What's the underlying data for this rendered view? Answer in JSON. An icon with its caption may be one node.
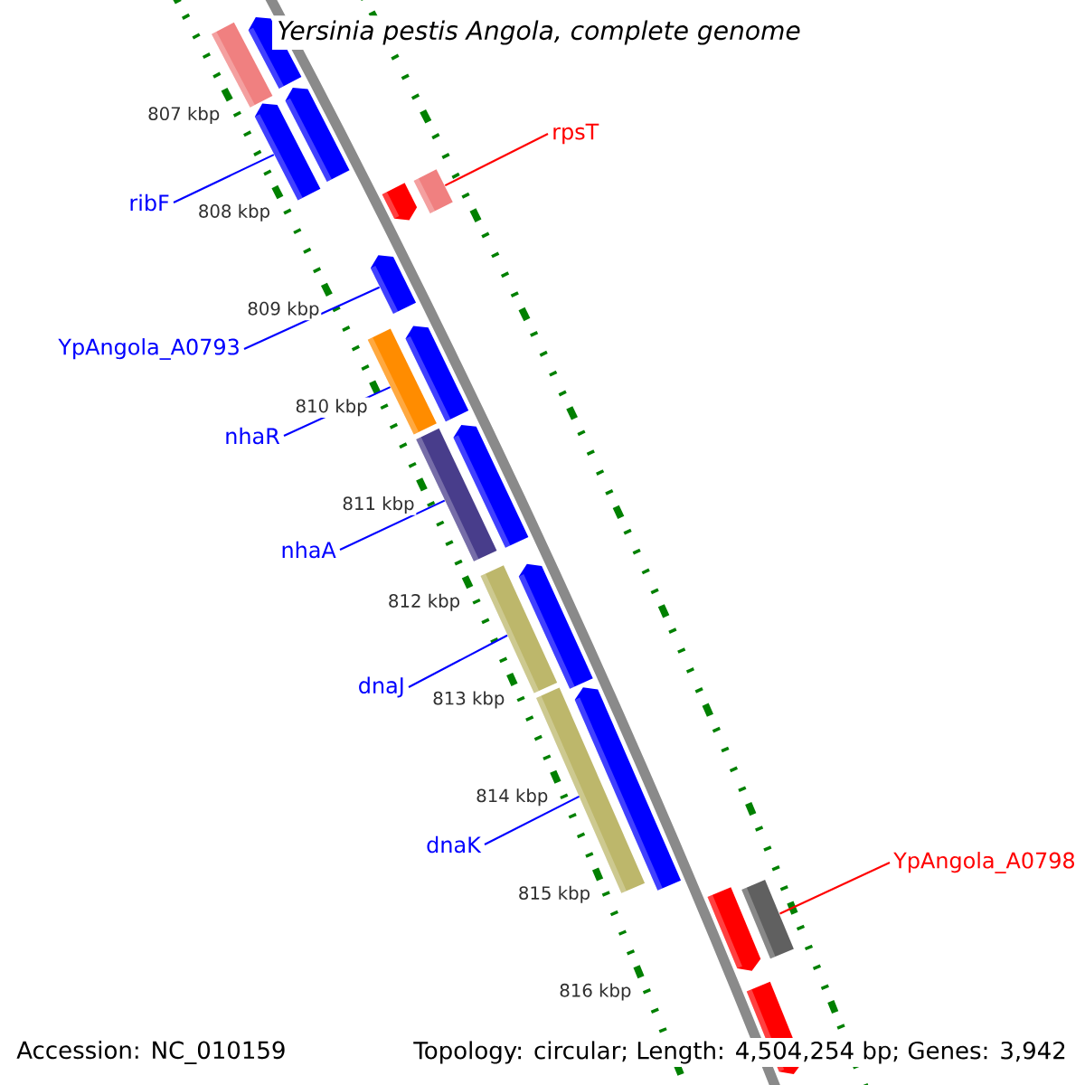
{
  "diagram": {
    "title": "Yersinia pestis Angola, complete genome",
    "nodes": [
      {
        "text": [
          "ribF"
        ]
      },
      {
        "text": [
          "YpAngola_A0793"
        ]
      },
      {
        "text": [
          "nhaR"
        ]
      },
      {
        "text": [
          "nhaA"
        ]
      },
      {
        "text": [
          "dnaJ"
        ]
      },
      {
        "text": [
          "dnaK"
        ]
      },
      {
        "text": [
          "rpsT"
        ]
      },
      {
        "text": [
          "YpAngola_A0798"
        ]
      },
      {
        "text": [],
        "shape": "bar"
      },
      {
        "text": [],
        "shape": "bar"
      },
      {
        "text": [],
        "shape": "bar"
      },
      {
        "text": [],
        "shape": "bar"
      },
      {
        "text": [],
        "shape": "bar"
      },
      {
        "text": [],
        "shape": "bar"
      },
      {
        "text": [],
        "shape": "bar"
      },
      {
        "text": [],
        "shape": "bar"
      },
      {
        "text": [],
        "shape": "bar"
      },
      {
        "text": [],
        "shape": "bar"
      },
      {
        "text": [],
        "shape": "bar"
      },
      {
        "text": [],
        "shape": "bar"
      },
      {
        "text": [],
        "shape": "bar"
      },
      {
        "text": [],
        "shape": "bar"
      },
      {
        "text": [],
        "shape": "bar"
      },
      {
        "text": [],
        "shape": "bar"
      },
      {
        "text": [],
        "shape": "bar"
      },
      {
        "text": [],
        "shape": "bar"
      }
    ],
    "edges": [
      {
        "from": 0,
        "to": 10,
        "arrow": "none"
      },
      {
        "from": 1,
        "to": 14,
        "arrow": "none"
      },
      {
        "from": 2,
        "to": 15,
        "arrow": "none"
      },
      {
        "from": 3,
        "to": 17,
        "arrow": "none"
      },
      {
        "from": 4,
        "to": 19,
        "arrow": "none"
      },
      {
        "from": 5,
        "to": 21,
        "arrow": "none"
      },
      {
        "from": 6,
        "to": 13,
        "arrow": "none",
        "color": "#ff0000"
      },
      {
        "from": 7,
        "to": 24,
        "arrow": "none",
        "color": "#ff0000"
      }
    ],
    "labels": [
      "807 kbp",
      "808 kbp",
      "809 kbp",
      "810 kbp",
      "811 kbp",
      "812 kbp",
      "813 kbp",
      "814 kbp",
      "815 kbp",
      "816 kbp",
      "Accession: NC_010159",
      "Topology: circular; Length: 4,504,254 bp; Genes: 3,942"
    ]
  }
}
